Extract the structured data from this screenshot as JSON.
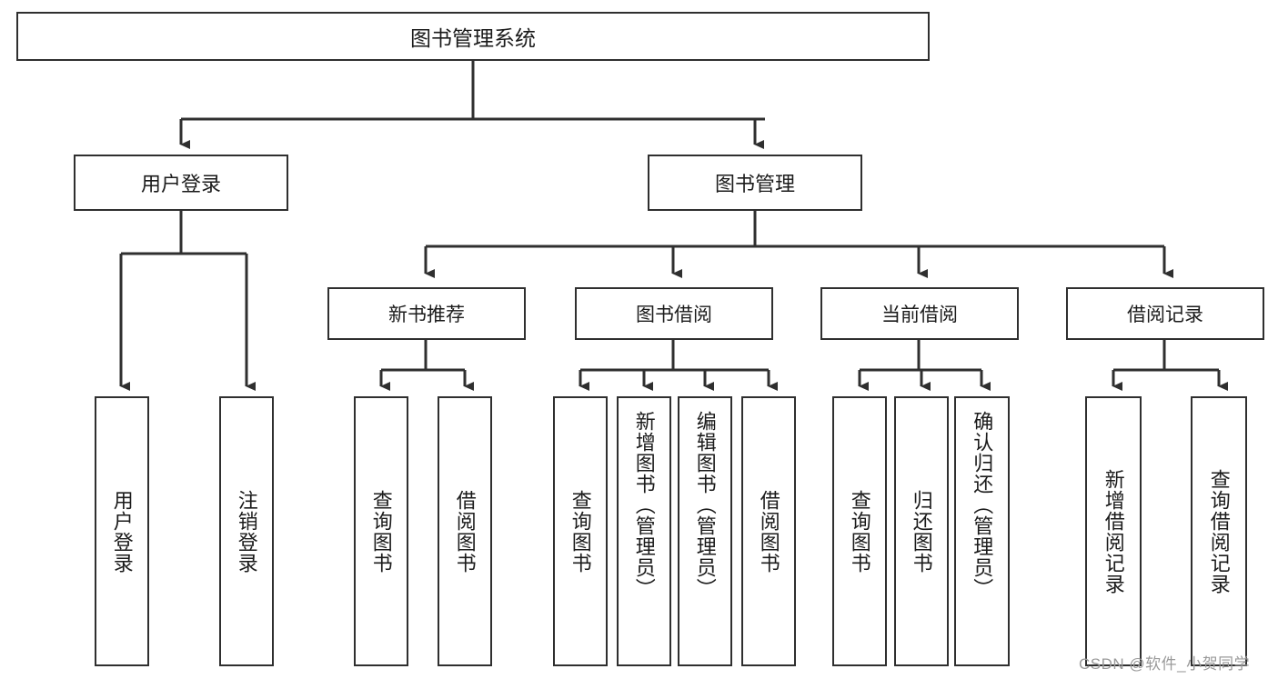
{
  "diagram": {
    "type": "tree",
    "title": "图书管理系统",
    "root": {
      "label": "图书管理系统"
    },
    "level2": [
      {
        "label": "用户登录"
      },
      {
        "label": "图书管理"
      }
    ],
    "level3": [
      {
        "label": "新书推荐"
      },
      {
        "label": "图书借阅"
      },
      {
        "label": "当前借阅"
      },
      {
        "label": "借阅记录"
      }
    ],
    "leaves": {
      "user_login": [
        {
          "label": "用户登录"
        },
        {
          "label": "注销登录"
        }
      ],
      "new_book": [
        {
          "label": "查询图书"
        },
        {
          "label": "借阅图书"
        }
      ],
      "book_borrow": [
        {
          "label": "查询图书"
        },
        {
          "label": "新增图书（管理员）"
        },
        {
          "label": "编辑图书（管理员）"
        },
        {
          "label": "借阅图书"
        }
      ],
      "current_borrow": [
        {
          "label": "查询图书"
        },
        {
          "label": "归还图书"
        },
        {
          "label": "确认归还（管理员）"
        }
      ],
      "borrow_record": [
        {
          "label": "新增借阅记录"
        },
        {
          "label": "查询借阅记录"
        }
      ]
    }
  },
  "watermark": {
    "text": "CSDN @软件_小贺同学"
  },
  "colors": {
    "border": "#2f2f2f",
    "text": "#1b1b1b",
    "background": "#ffffff",
    "watermark": "#9a9a9a"
  }
}
